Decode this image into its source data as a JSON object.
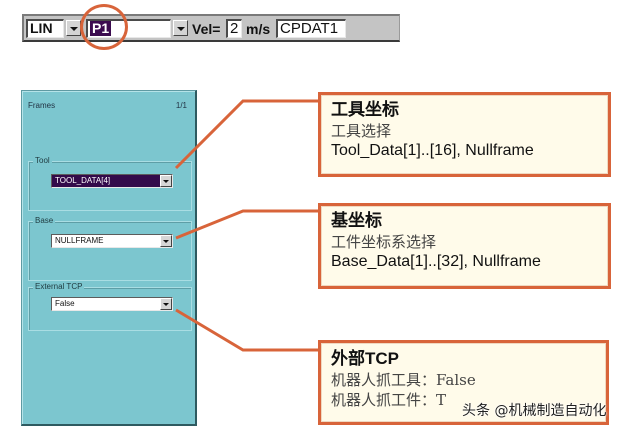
{
  "toolbar": {
    "motion_type": "LIN",
    "point_name": "P1",
    "vel_label": "Vel=",
    "vel_value": "2",
    "vel_unit": "m/s",
    "motion_data": "CPDAT1"
  },
  "frames_panel": {
    "title": "Frames",
    "page": "1/1",
    "groups": [
      {
        "label": "Tool",
        "value": "TOOL_DATA[4]"
      },
      {
        "label": "Base",
        "value": "NULLFRAME"
      },
      {
        "label": "External TCP",
        "value": "False"
      }
    ]
  },
  "callouts": [
    {
      "title": "工具坐标",
      "lines": [
        "工具选择",
        "Tool_Data[1]..[16], Nullframe"
      ]
    },
    {
      "title": "基坐标",
      "lines": [
        "工件坐标系选择",
        "Base_Data[1]..[32], Nullframe"
      ]
    },
    {
      "title_cn": "外部",
      "title_latin": "TCP",
      "lines": [
        "机器人抓工具：False",
        "机器人抓工件：T"
      ]
    }
  ],
  "colors": {
    "accent_orange": "#d8643a",
    "panel_teal": "#7cc6cf",
    "callout_bg": "#fffbea",
    "selection_purple": "#330a4a"
  },
  "watermark": "头条 @机械制造自动化"
}
